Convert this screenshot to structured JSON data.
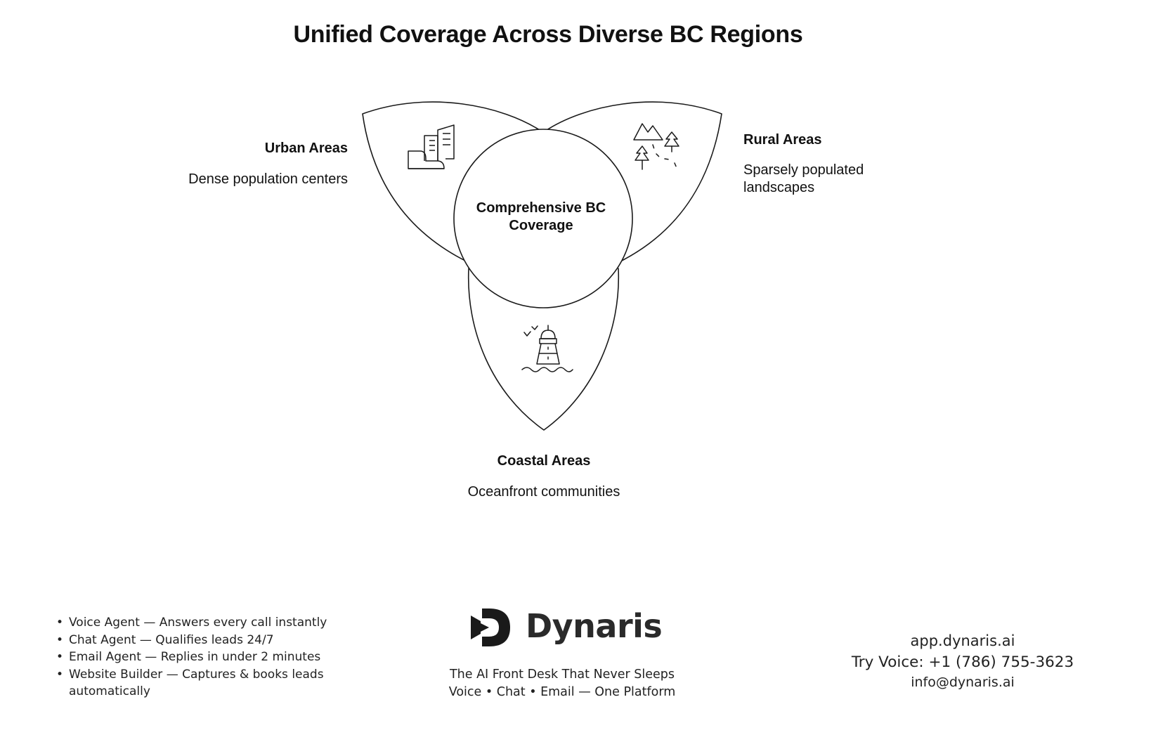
{
  "title": "Unified Coverage Across Diverse BC Regions",
  "center": {
    "label": "Comprehensive BC Coverage"
  },
  "regions": [
    {
      "key": "urban",
      "heading": "Urban Areas",
      "description": "Dense population centers",
      "icon": "city-buildings-icon"
    },
    {
      "key": "rural",
      "heading": "Rural Areas",
      "description": "Sparsely populated landscapes",
      "icon": "mountains-trees-icon"
    },
    {
      "key": "coastal",
      "heading": "Coastal Areas",
      "description": "Oceanfront communities",
      "icon": "lighthouse-icon"
    }
  ],
  "footer": {
    "features": [
      "Voice Agent — Answers every call instantly",
      "Chat Agent — Qualifies leads 24/7",
      "Email Agent — Replies in under 2 minutes",
      " Website Builder — Captures & books leads automatically"
    ],
    "brand": {
      "name": "Dynaris",
      "tagline": "The AI Front Desk That Never Sleeps",
      "subtagline": "Voice • Chat • Email — One Platform"
    },
    "contact": {
      "website": "app.dynaris.ai",
      "phone": "Try Voice: +1 (786) 755-3623",
      "email": "info@dynaris.ai"
    }
  }
}
